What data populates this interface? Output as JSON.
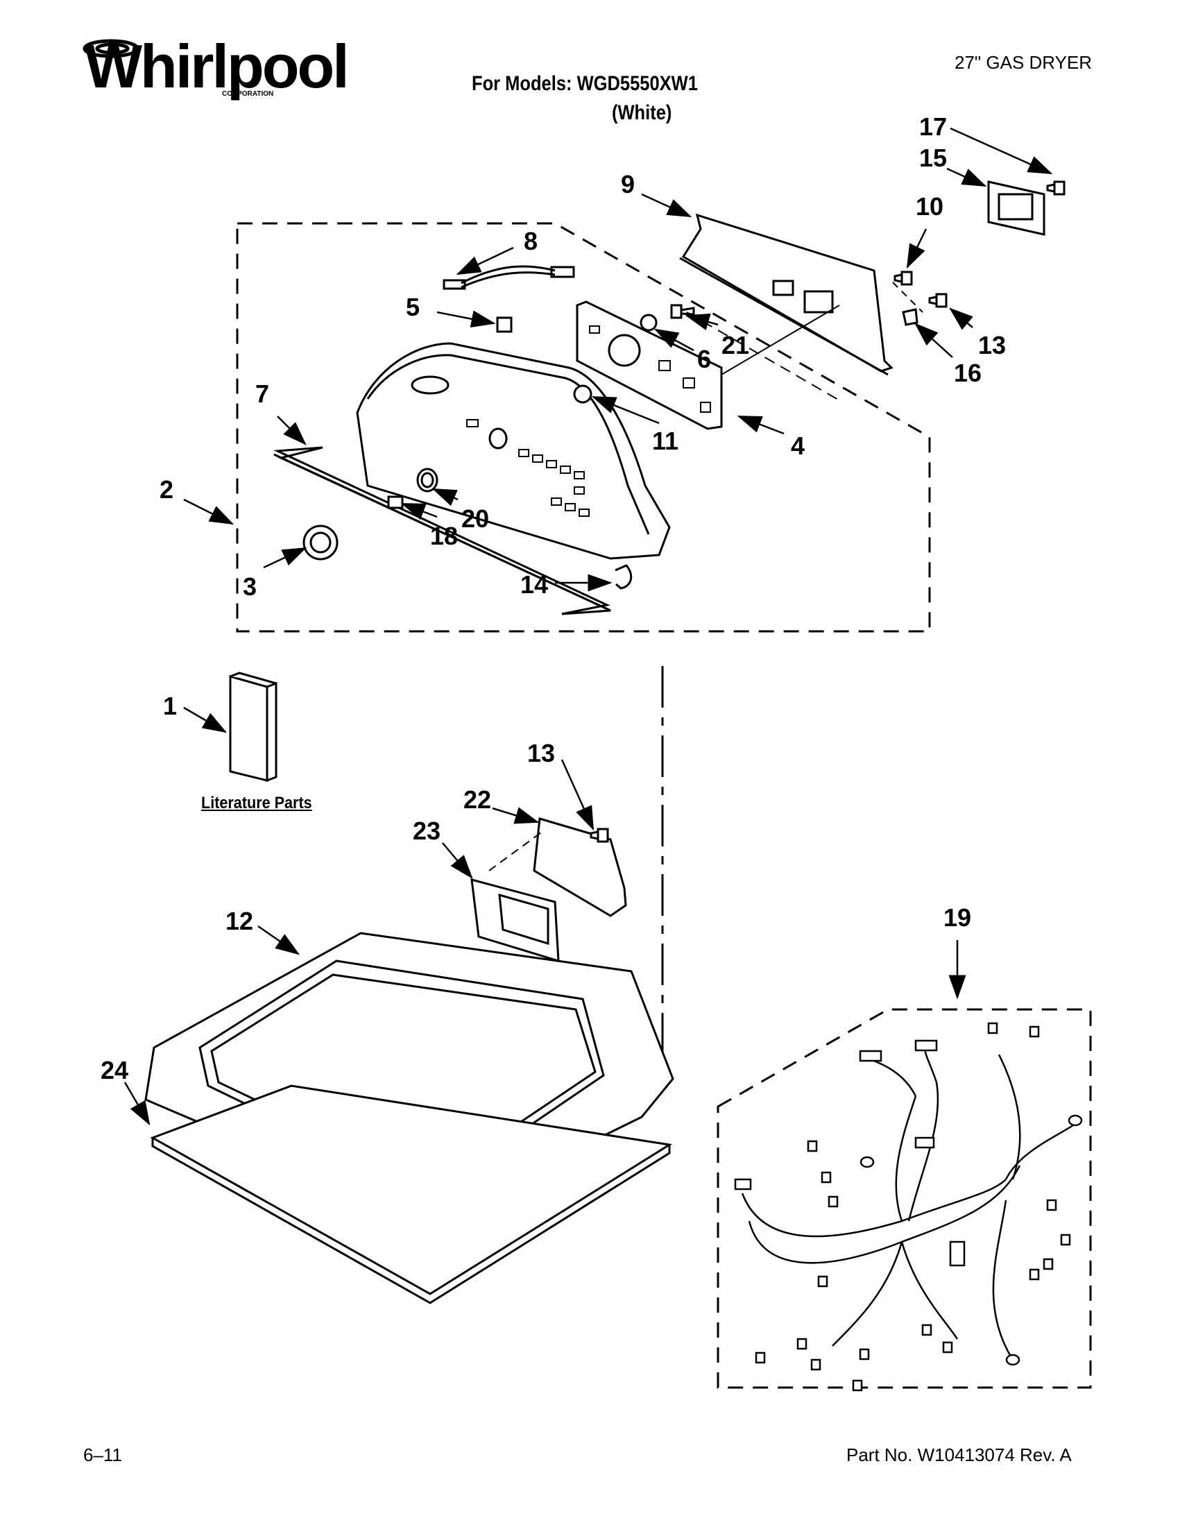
{
  "brand": {
    "name": "Whirlpool",
    "sub": "CORPORATION"
  },
  "header": {
    "product_type": "27\" GAS DRYER",
    "models_label": "For Models: WGD5550XW1",
    "models_color": "(White)"
  },
  "literature_label": "Literature Parts",
  "callouts": [
    {
      "id": "c1",
      "label": "1"
    },
    {
      "id": "c2",
      "label": "2"
    },
    {
      "id": "c3",
      "label": "3"
    },
    {
      "id": "c4",
      "label": "4"
    },
    {
      "id": "c5",
      "label": "5"
    },
    {
      "id": "c6",
      "label": "6"
    },
    {
      "id": "c7",
      "label": "7"
    },
    {
      "id": "c8",
      "label": "8"
    },
    {
      "id": "c9",
      "label": "9"
    },
    {
      "id": "c10",
      "label": "10"
    },
    {
      "id": "c11",
      "label": "11"
    },
    {
      "id": "c12",
      "label": "12"
    },
    {
      "id": "c13a",
      "label": "13"
    },
    {
      "id": "c13b",
      "label": "13"
    },
    {
      "id": "c14",
      "label": "14"
    },
    {
      "id": "c15",
      "label": "15"
    },
    {
      "id": "c16",
      "label": "16"
    },
    {
      "id": "c17",
      "label": "17"
    },
    {
      "id": "c18",
      "label": "18"
    },
    {
      "id": "c19",
      "label": "19"
    },
    {
      "id": "c20",
      "label": "20"
    },
    {
      "id": "c21",
      "label": "21"
    },
    {
      "id": "c22",
      "label": "22"
    },
    {
      "id": "c23",
      "label": "23"
    },
    {
      "id": "c24",
      "label": "24"
    }
  ],
  "footer": {
    "date": "6–11",
    "part_no": "Part No. W10413074 Rev. A"
  }
}
